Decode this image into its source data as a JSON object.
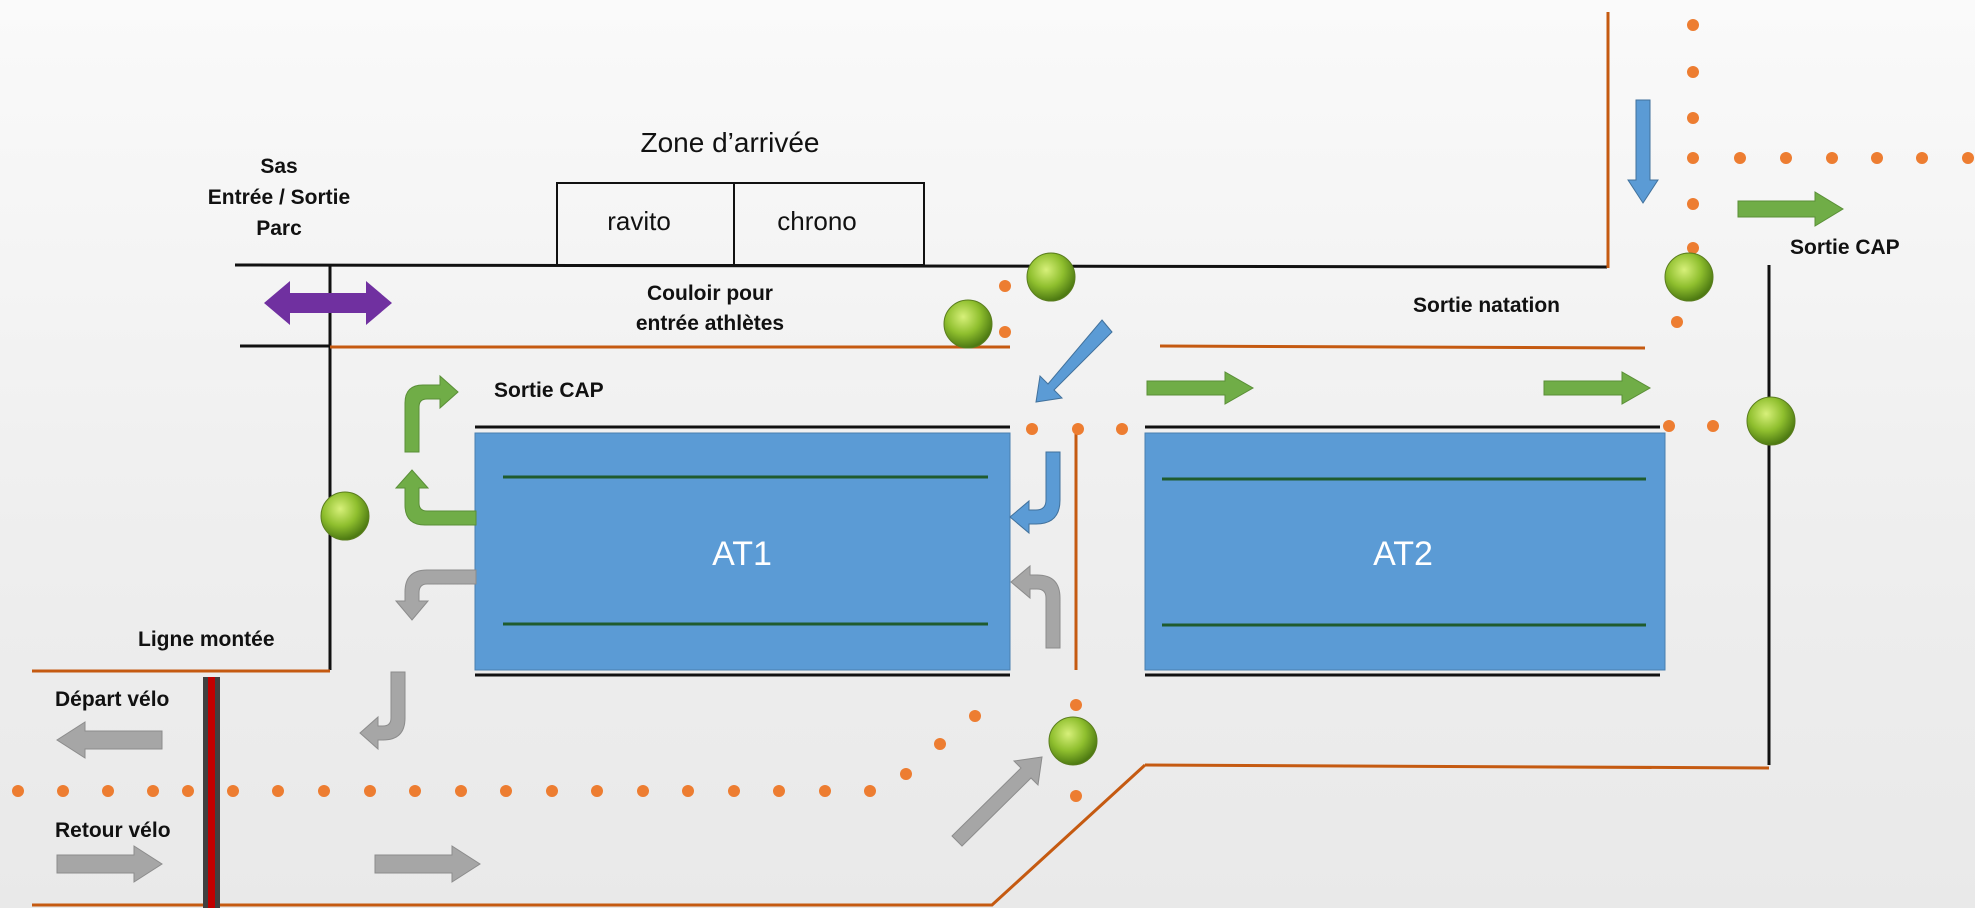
{
  "zone_title": "Zone d’arrivée",
  "zone_cells": {
    "left": "ravito",
    "right": "chrono"
  },
  "sas": {
    "line1": "Sas",
    "line2": "Entrée / Sortie",
    "line3": "Parc"
  },
  "couloir": {
    "line1": "Couloir pour",
    "line2": "entrée athlètes"
  },
  "labels": {
    "sortie_cap_left": "Sortie CAP",
    "sortie_cap_right": "Sortie CAP",
    "sortie_natation": "Sortie natation",
    "ligne_montee": "Ligne montée",
    "depart_velo": "Départ vélo",
    "retour_velo": "Retour vélo"
  },
  "areas": {
    "at1": "AT1",
    "at2": "AT2"
  },
  "colors": {
    "area_fill": "#5b9bd5",
    "lane_line": "#1f5b2e",
    "fence_orange": "#c55a11",
    "dots_orange": "#ed7d31",
    "arrow_green": "#70ad47",
    "arrow_blue": "#5b9bd5",
    "arrow_gray": "#a6a6a6",
    "arrow_purple": "#7030a0",
    "ball_green": "#8fbf2e",
    "bike_line": "#c00000"
  }
}
